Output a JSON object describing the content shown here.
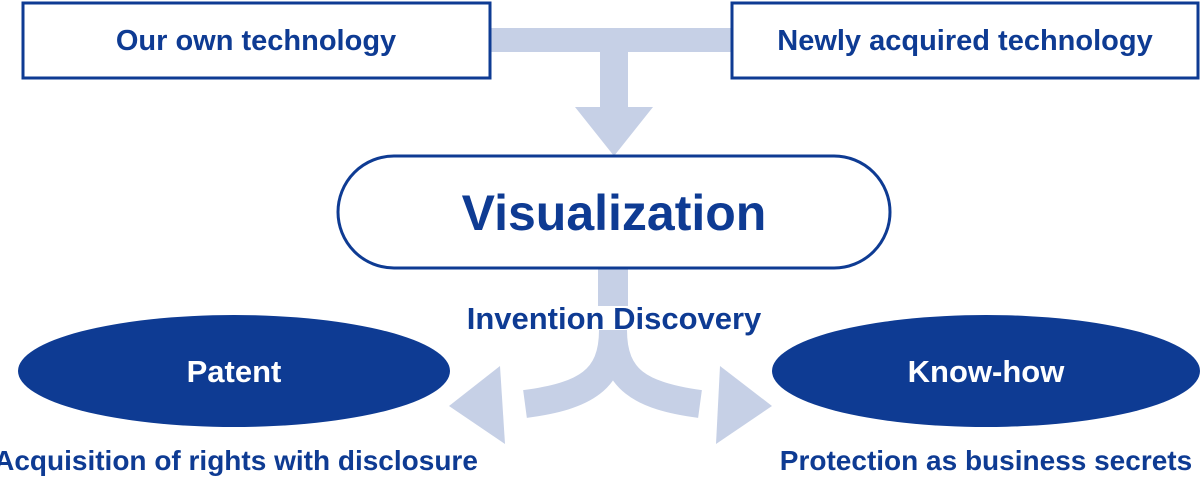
{
  "colors": {
    "primary": "#0e3b93",
    "arrow": "#c6d0e6",
    "background": "#ffffff",
    "oval_text": "#ffffff"
  },
  "sources": {
    "left_label": "Our own technology",
    "right_label": "Newly acquired technology"
  },
  "hub": {
    "label": "Visualization"
  },
  "process_label": "Invention Discovery",
  "outcomes": {
    "left": {
      "label": "Patent",
      "caption": "Acquisition of rights with disclosure"
    },
    "right": {
      "label": "Know-how",
      "caption": "Protection as business secrets"
    }
  }
}
